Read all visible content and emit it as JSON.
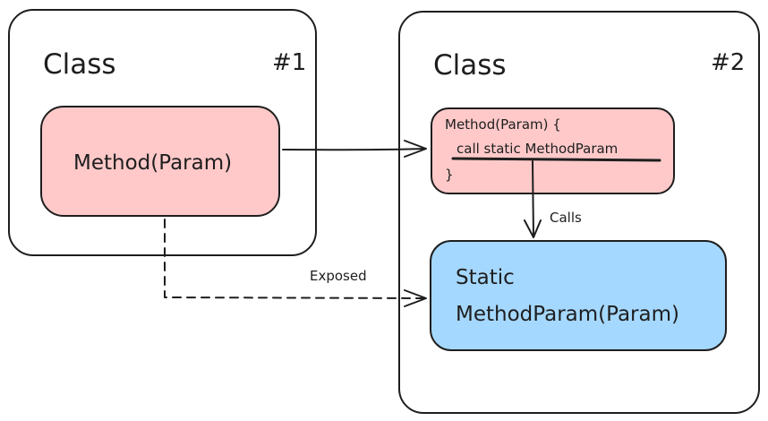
{
  "class1": {
    "title": "Class",
    "number": "#1",
    "method": "Method(Param)"
  },
  "class2": {
    "title": "Class",
    "number": "#2",
    "method": {
      "line1": "Method(Param) {",
      "line2": "call static MethodParam",
      "line3": "}"
    },
    "static_method": {
      "line1": "Static",
      "line2": "MethodParam(Param)"
    }
  },
  "connectors": {
    "calls_label": "Calls",
    "exposed_label": "Exposed"
  },
  "colors": {
    "method_fill": "#ffc9c9",
    "static_fill": "#a5d8ff",
    "stroke": "#1e1e1e"
  }
}
